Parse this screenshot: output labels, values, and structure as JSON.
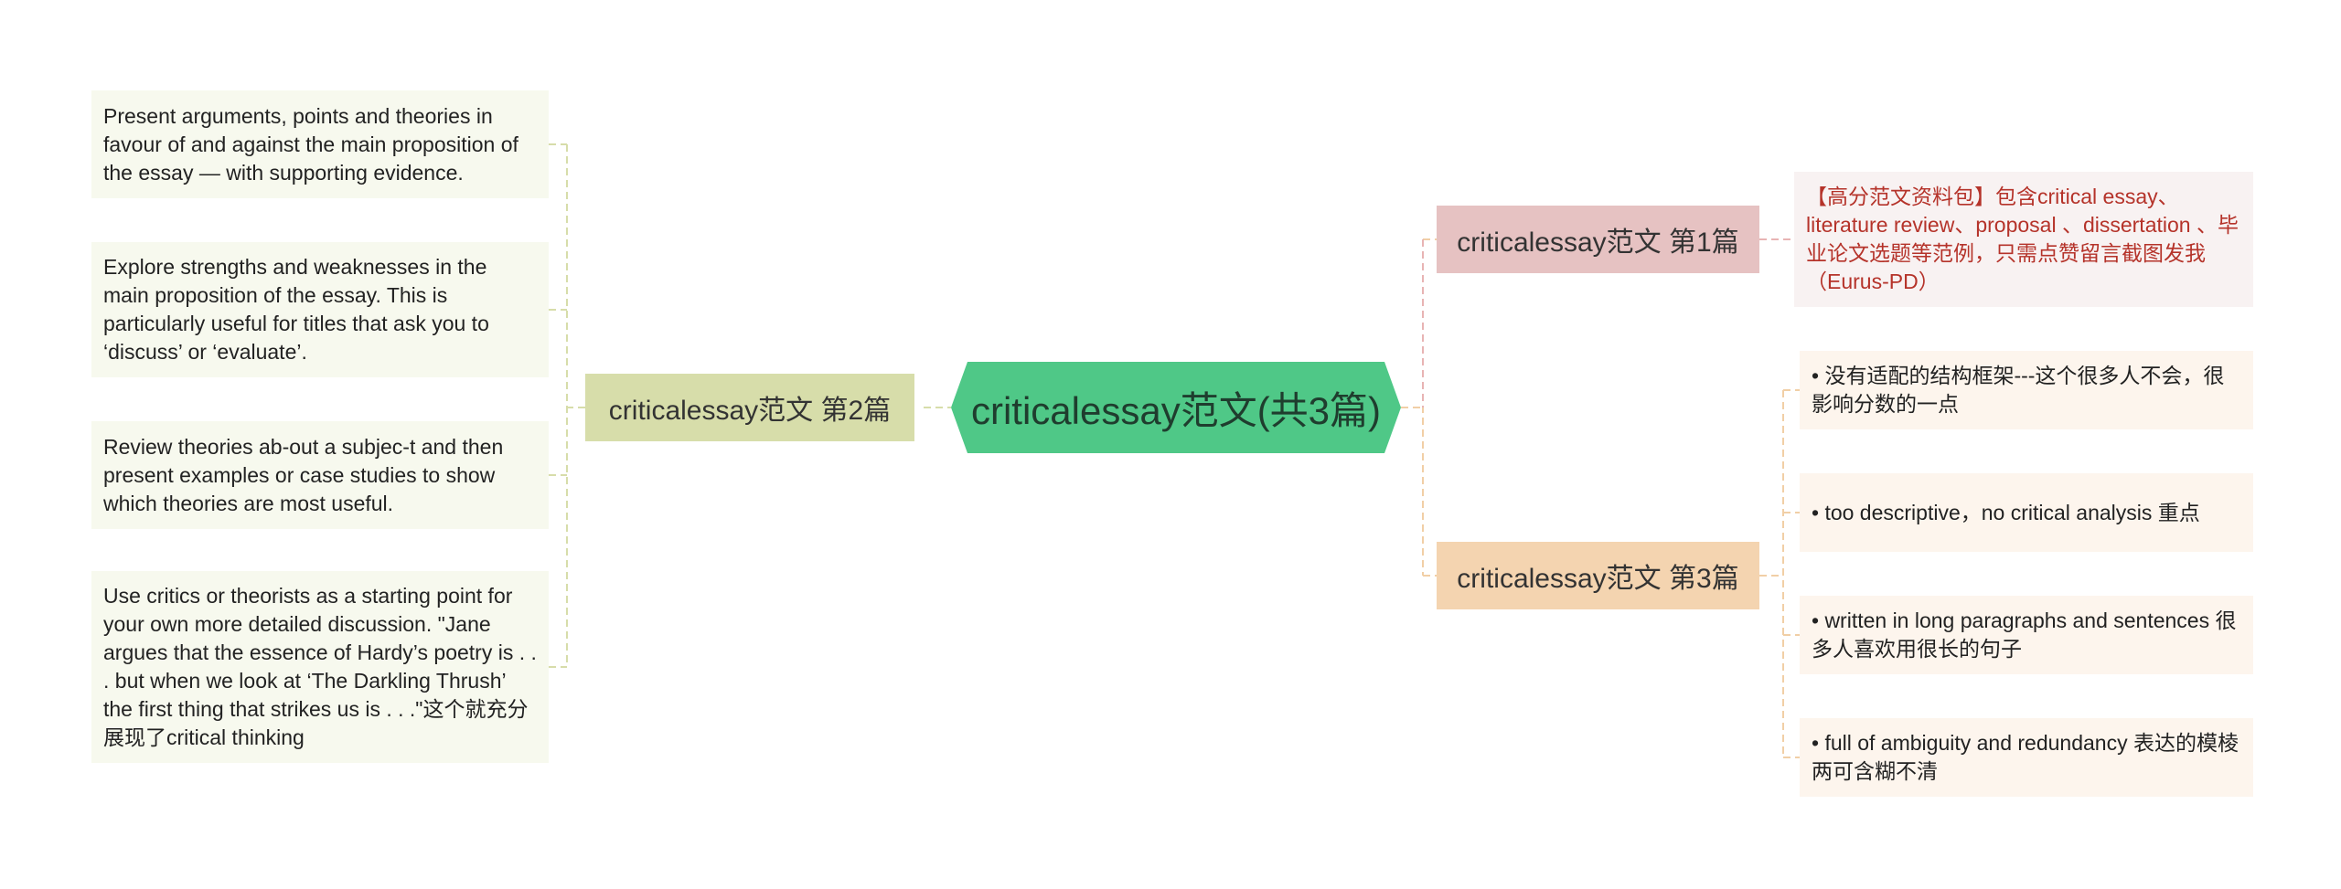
{
  "central": {
    "label": "criticalessay范文(共3篇)"
  },
  "branches": [
    {
      "label": "criticalessay范文 第1篇"
    },
    {
      "label": "criticalessay范文 第2篇"
    },
    {
      "label": "criticalessay范文 第3篇"
    }
  ],
  "branch1_leaves": [
    {
      "text": "【高分范文资料包】包含critical essay、literature review、proposal 、dissertation 、毕业论文选题等范例，只需点赞留言截图发我（Eurus-PD）"
    }
  ],
  "branch2_leaves": [
    {
      "text": "Present arguments, points and theories in favour of and against the main proposition of the essay — with supporting evidence."
    },
    {
      "text": "Explore strengths and weaknesses in the main proposition of the essay. This is particularly useful for titles that ask you to ‘discuss’ or ‘evaluate’."
    },
    {
      "text": "Review theories ab-out a subjec-t and then present examples or case studies to show which theories are most useful."
    },
    {
      "text": "Use critics or theorists as a starting point for your own more detailed discussion. \"Jane argues that the essence of Hardy’s poetry is . . . but when we look at ‘The Darkling Thrush’ the first thing that strikes us is . . .\"这个就充分展现了critical thinking"
    }
  ],
  "branch3_leaves": [
    {
      "text": "• 没有适配的结构框架---这个很多人不会，很影响分数的一点"
    },
    {
      "text": "• too descriptive，no critical analysis 重点"
    },
    {
      "text": "• written in long paragraphs and sentences 很多人喜欢用很长的句子"
    },
    {
      "text": "• full of ambiguity and redundancy 表达的模棱两可含糊不清"
    }
  ],
  "colors": {
    "central": "#4fc887",
    "branch1": "#e6c2c2",
    "branch2": "#d7ddaa",
    "branch3": "#f4d4b0",
    "connector_red": "#e8b4b4",
    "connector_green": "#d7ddaa",
    "connector_orange": "#f1cfa6",
    "highlight_text": "#b5332a"
  }
}
